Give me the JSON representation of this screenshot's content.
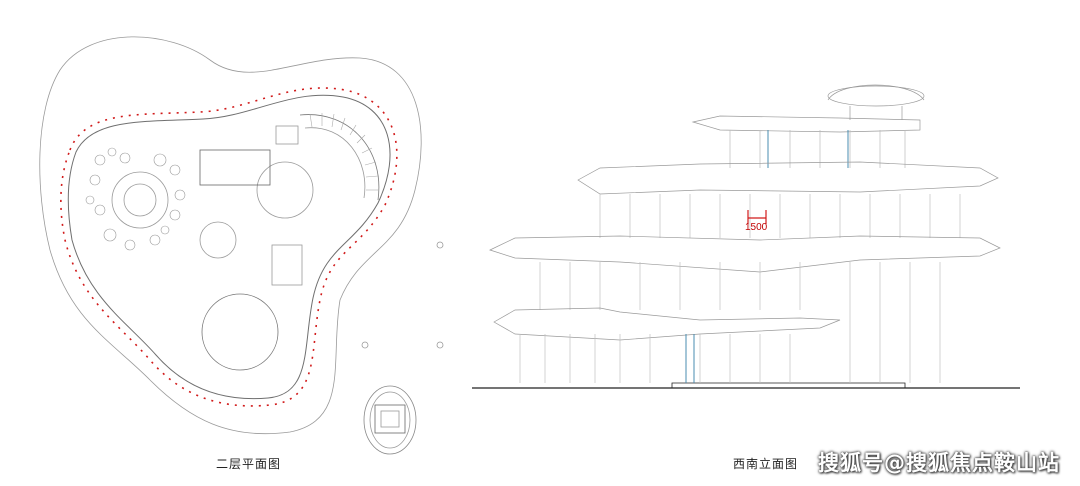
{
  "plan": {
    "caption": "二层平面图"
  },
  "elevation": {
    "caption": "西南立面图",
    "dimension_label": "1500"
  },
  "watermark": "搜狐号@搜狐焦点鞍山站",
  "colors": {
    "line": "#9a9a9a",
    "dimension_red": "#d11a1a",
    "glass_blue": "#4a8db0"
  }
}
